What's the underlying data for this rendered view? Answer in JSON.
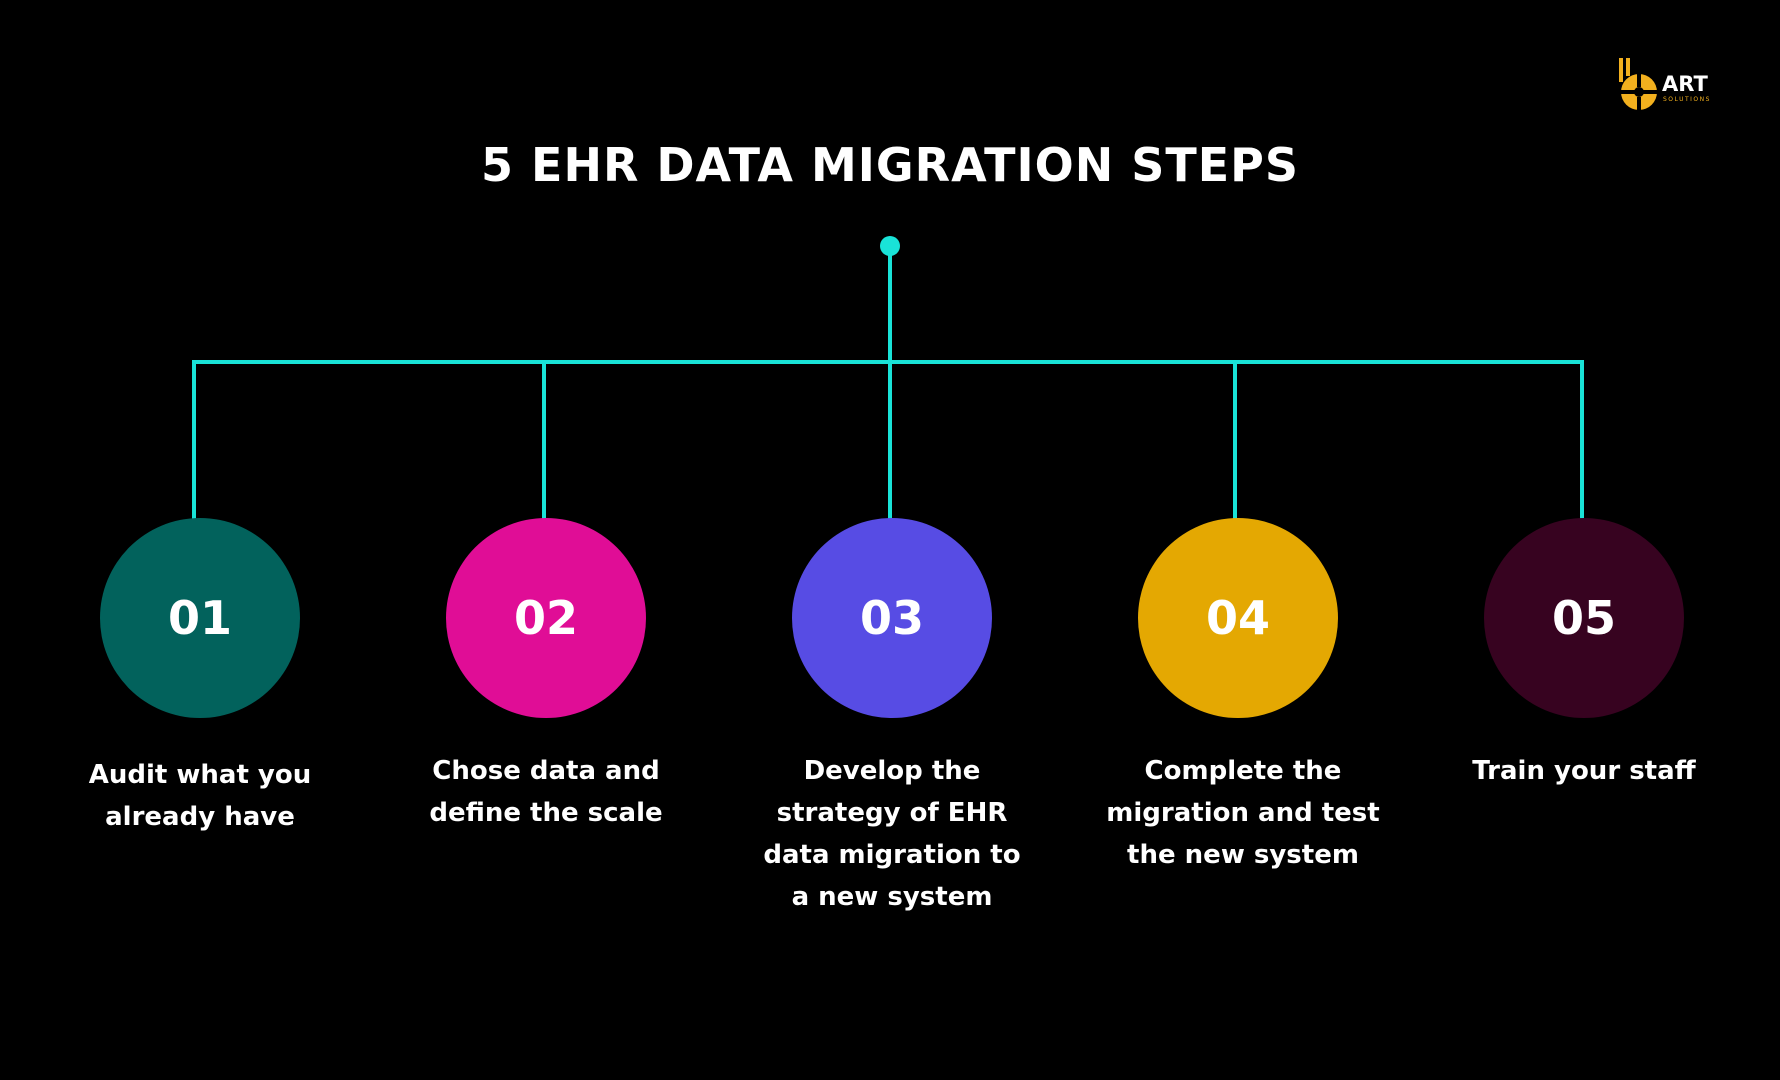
{
  "title": "5 EHR DATA MIGRATION STEPS",
  "logo": {
    "word": "ART",
    "sub": "SOLUTIONS",
    "brand_color": "#f2b01e"
  },
  "line_color": "#19e3d8",
  "steps": [
    {
      "number": "01",
      "label": "Audit what you already have",
      "color": "#02625c"
    },
    {
      "number": "02",
      "label": "Chose data and define the scale",
      "color": "#e00d96"
    },
    {
      "number": "03",
      "label": "Develop the strategy of EHR data migration to a new system",
      "color": "#574ce4"
    },
    {
      "number": "04",
      "label": "Complete the migration and test the new system",
      "color": "#e4a802"
    },
    {
      "number": "05",
      "label": "Train your staff",
      "color": "#370320"
    }
  ]
}
